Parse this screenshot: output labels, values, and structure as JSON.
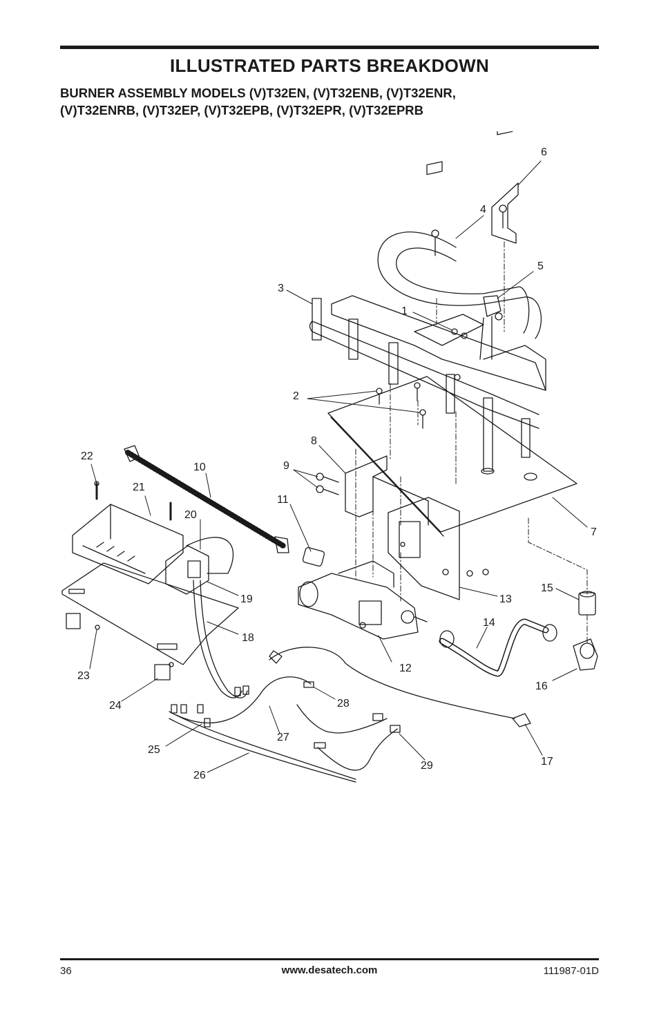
{
  "header": {
    "title": "ILLUSTRATED PARTS BREAKDOWN",
    "subtitle_line1": "BURNER ASSEMBLY MODELS (V)T32EN, (V)T32ENB, (V)T32ENR,",
    "subtitle_line2": "(V)T32ENRB, (V)T32EP, (V)T32EPB, (V)T32EPR, (V)T32EPRB"
  },
  "callouts": {
    "c1": "1",
    "c2": "2",
    "c3": "3",
    "c4": "4",
    "c5": "5",
    "c6": "6",
    "c7": "7",
    "c8": "8",
    "c9": "9",
    "c10": "10",
    "c11": "11",
    "c12": "12",
    "c13": "13",
    "c14": "14",
    "c15": "15",
    "c16": "16",
    "c17": "17",
    "c18": "18",
    "c19": "19",
    "c20": "20",
    "c21": "21",
    "c22": "22",
    "c23": "23",
    "c24": "24",
    "c25": "25",
    "c26": "26",
    "c27": "27",
    "c28": "28",
    "c29": "29"
  },
  "footer": {
    "page_number": "36",
    "website": "www.desatech.com",
    "doc_number": "111987-01D"
  }
}
